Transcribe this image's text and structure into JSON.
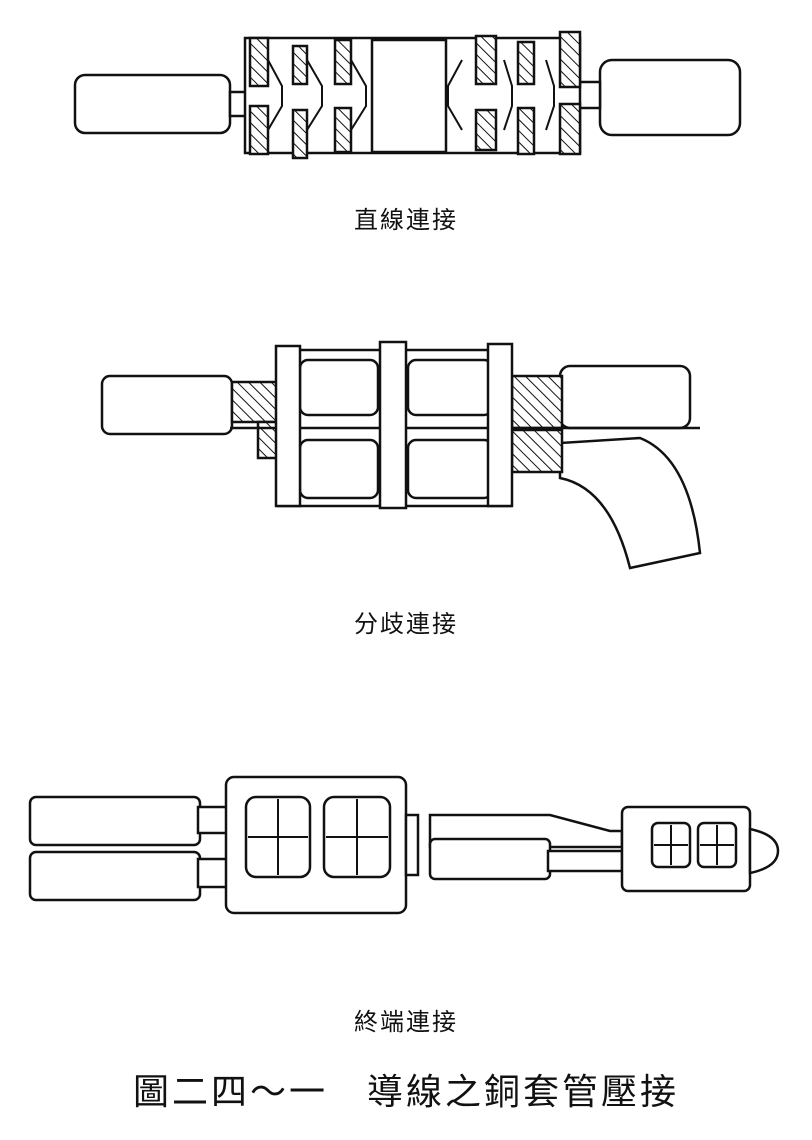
{
  "figures": [
    {
      "caption": "直線連接",
      "icon": "straight-splice-sleeve"
    },
    {
      "caption": "分歧連接",
      "icon": "branch-splice-sleeve"
    },
    {
      "caption": "終端連接",
      "icon": "terminal-lug-sleeve"
    }
  ],
  "title": "圖二四～一　導線之銅套管壓接"
}
